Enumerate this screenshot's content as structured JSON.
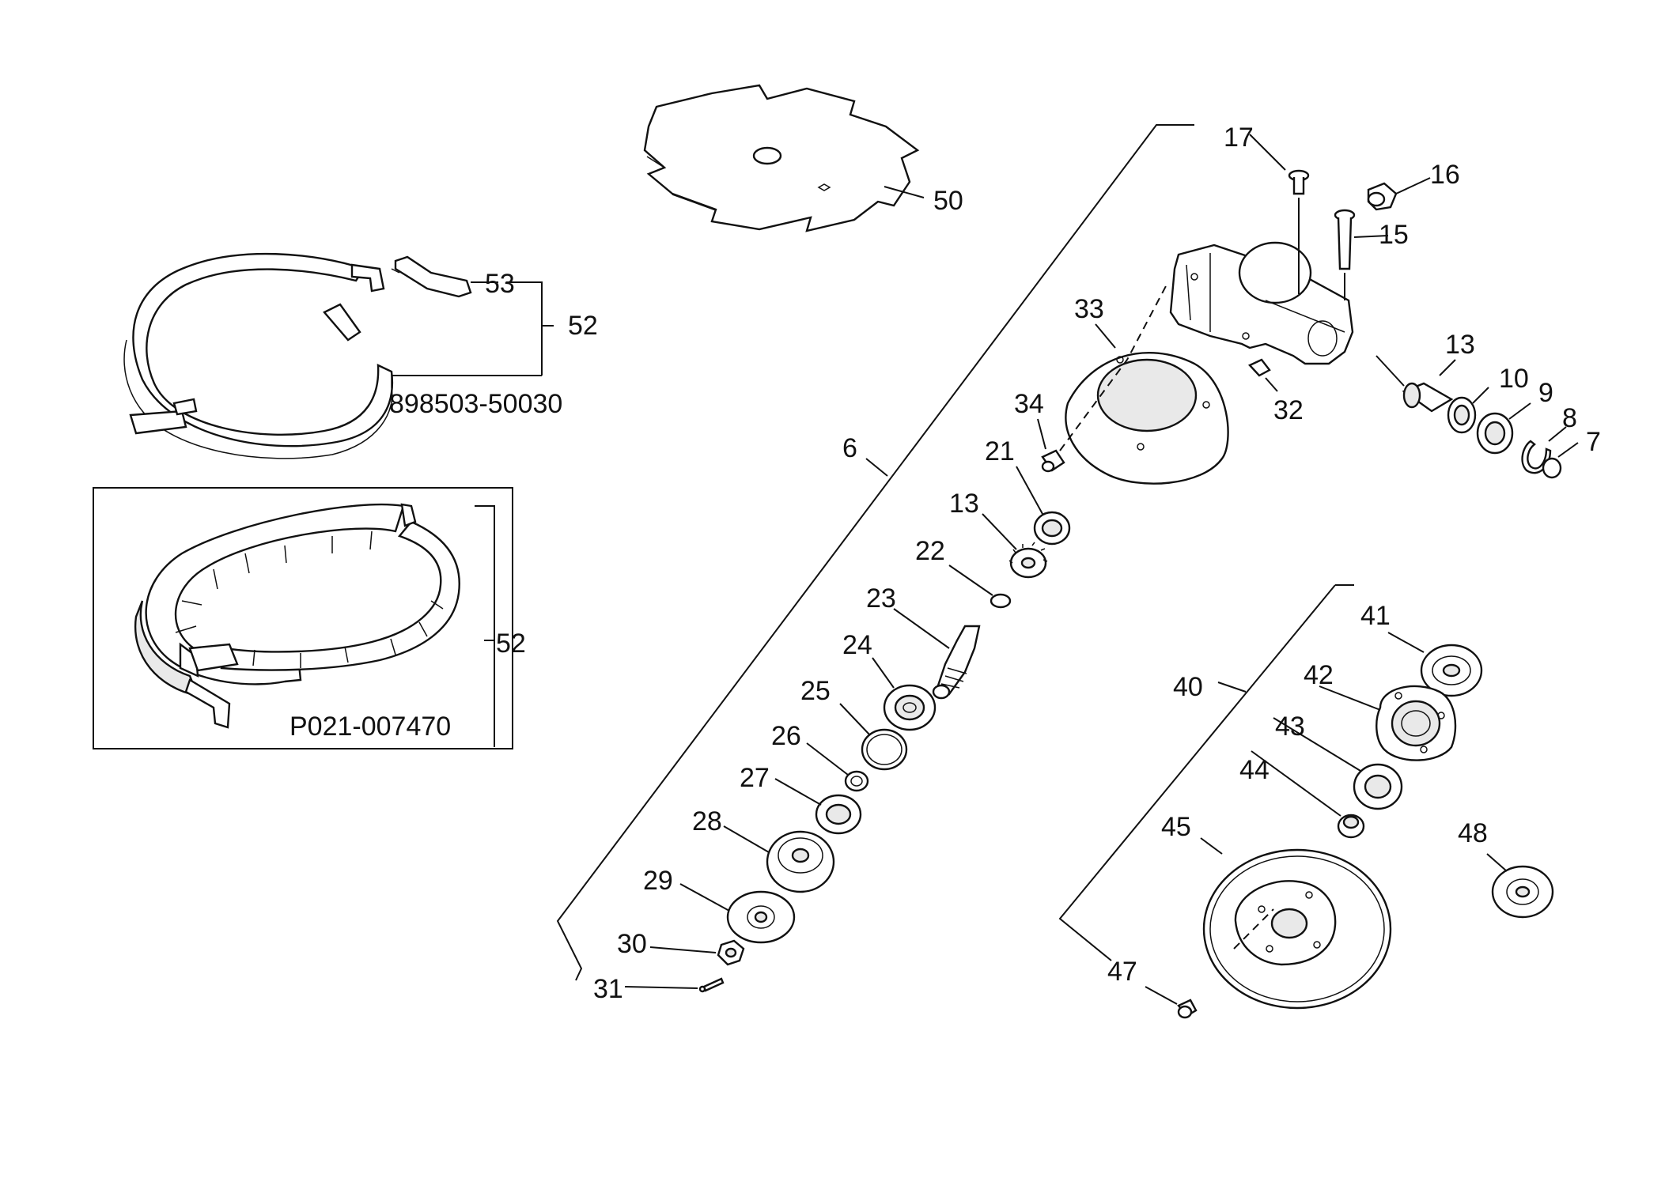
{
  "labels": {
    "p50": "50",
    "p53": "53",
    "p52a": "52",
    "kit_a": "898503-50030",
    "p52b": "52",
    "kit_b": "P021-007470",
    "p17": "17",
    "p16": "16",
    "p15": "15",
    "p33": "33",
    "p13a": "13",
    "p10": "10",
    "p9": "9",
    "p8": "8",
    "p7": "7",
    "p32": "32",
    "p34": "34",
    "p6": "6",
    "p21": "21",
    "p13b": "13",
    "p22": "22",
    "p23": "23",
    "p24": "24",
    "p25": "25",
    "p26": "26",
    "p27": "27",
    "p28": "28",
    "p29": "29",
    "p30": "30",
    "p31": "31",
    "p41": "41",
    "p40": "40",
    "p42": "42",
    "p43": "43",
    "p44": "44",
    "p45": "45",
    "p48": "48",
    "p47": "47"
  }
}
